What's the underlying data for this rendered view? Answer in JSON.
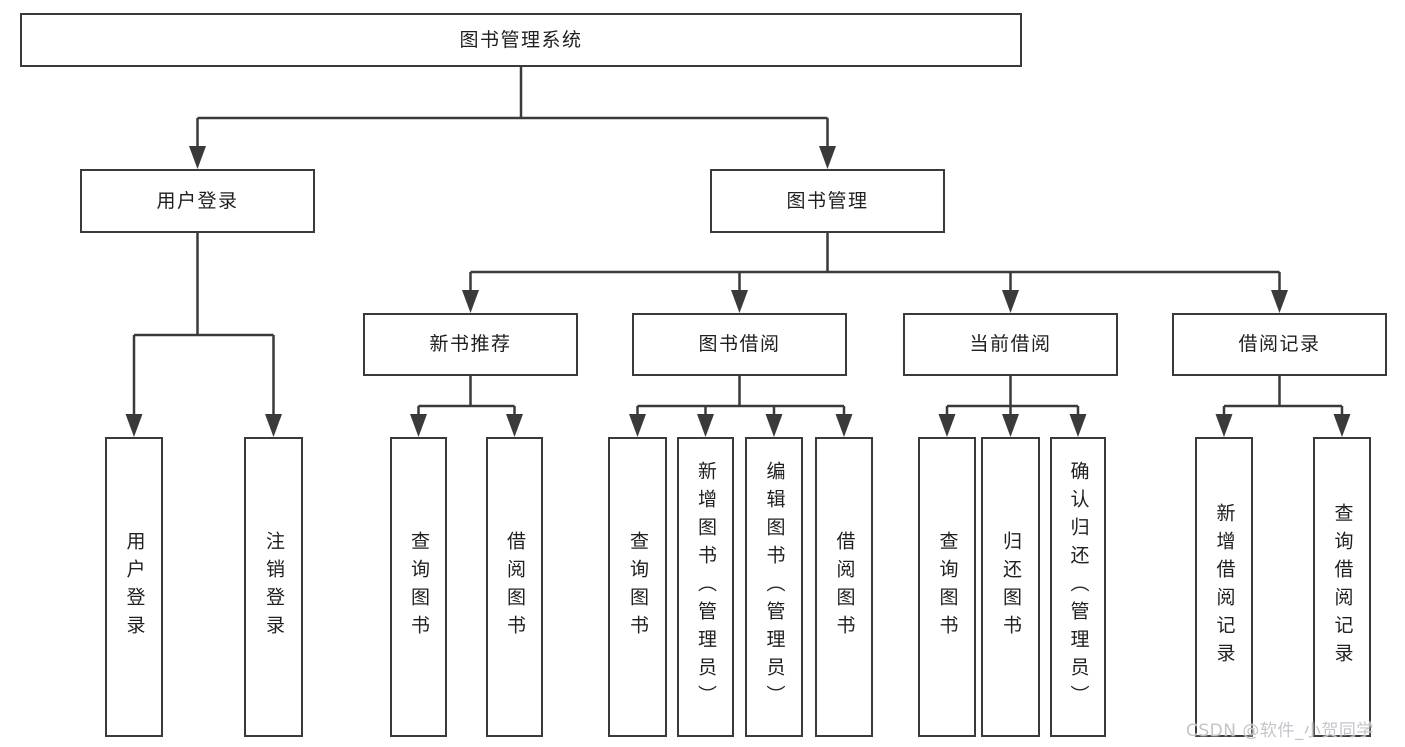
{
  "diagram": {
    "root": "图书管理系统",
    "level2": {
      "user_login": "用户登录",
      "book_management": "图书管理"
    },
    "level3": {
      "new_book_recommend": "新书推荐",
      "book_borrow": "图书借阅",
      "current_borrow": "当前借阅",
      "borrow_record": "借阅记录"
    },
    "leaves": {
      "user_login": "用户登录",
      "logout": "注销登录",
      "recommend_query_book": "查询图书",
      "recommend_borrow_book": "借阅图书",
      "borrow_query_book": "查询图书",
      "borrow_add_book_admin": "新增图书（管理员）",
      "borrow_edit_book_admin": "编辑图书（管理员）",
      "borrow_borrow_book": "借阅图书",
      "current_query_book": "查询图书",
      "current_return_book": "归还图书",
      "current_confirm_return_admin": "确认归还（管理员）",
      "record_add_borrow_record": "新增借阅记录",
      "record_query_borrow_record": "查询借阅记录"
    },
    "watermark": "CSDN @软件_小贺同学",
    "colors": {
      "line": "#3a3a3a",
      "text": "#1f1f1f",
      "watermark": "#c3c5c9",
      "background": "#ffffff"
    }
  }
}
